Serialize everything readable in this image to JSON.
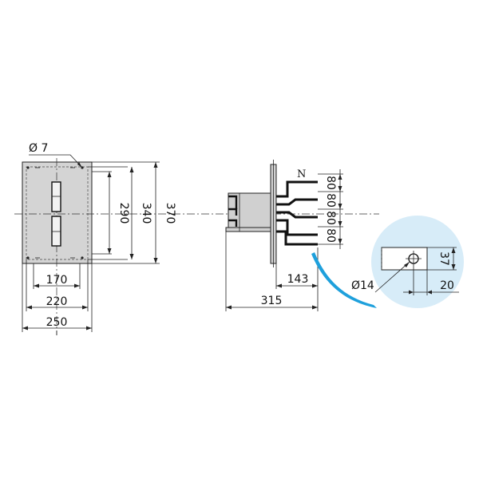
{
  "front_view": {
    "hole_label": "Ø 7",
    "dims": {
      "w170": "170",
      "w220": "220",
      "w250": "250",
      "h290": "290",
      "h340": "340",
      "h370": "370"
    }
  },
  "side_view": {
    "neutral_label": "N",
    "dims": {
      "d143": "143",
      "d315": "315",
      "p80a": "80",
      "p80b": "80",
      "p80c": "80",
      "p80d": "80"
    }
  },
  "detail": {
    "hole_label": "Ø14",
    "dims": {
      "h37": "37",
      "w20": "20"
    },
    "colors": {
      "bubble": "#d7ecf8",
      "arrow": "#1ea0dc"
    }
  },
  "colors": {
    "panel_fill": "#d4d4d4",
    "housing_fill": "#d0d0d0"
  }
}
